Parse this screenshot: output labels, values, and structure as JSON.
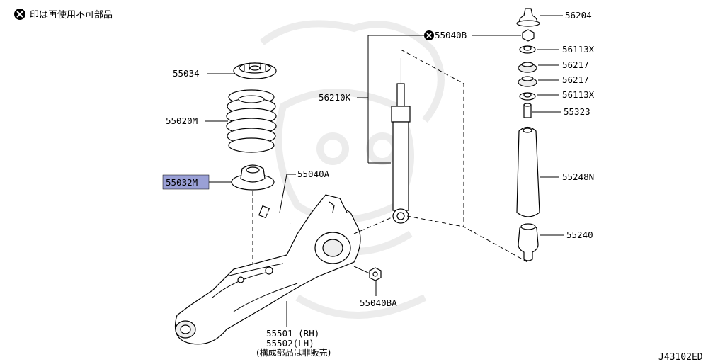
{
  "legend_note": "印は再使用不可部品",
  "diagram_code": "J43102ED",
  "highlight_color": "#9aa0d6",
  "labels": {
    "p55034": "55034",
    "p55020m": "55020M",
    "p55032m": "55032M",
    "p55040a": "55040A",
    "p56210k": "56210K",
    "p55040b": "55040B",
    "p56204": "56204",
    "p56113x_top": "56113X",
    "p56217_a": "56217",
    "p56217_b": "56217",
    "p56113x_bot": "56113X",
    "p55323": "55323",
    "p55248n": "55248N",
    "p55240": "55240",
    "p55040ba": "55040BA",
    "p55501": "55501 (RH)",
    "p55502": "55502(LH)",
    "p_note": "(構成部品は非販売)"
  }
}
